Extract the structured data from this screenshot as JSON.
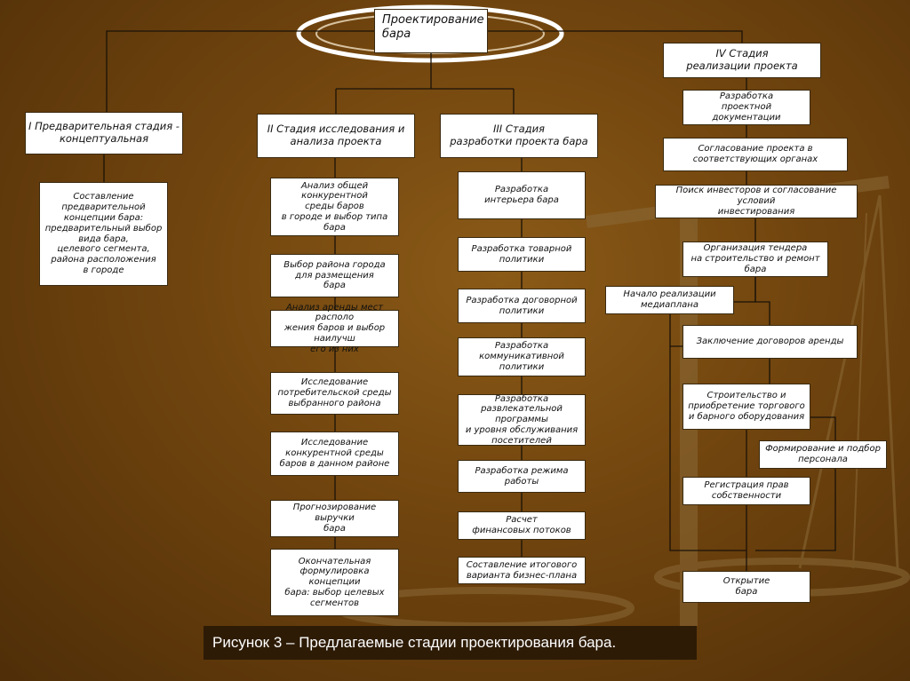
{
  "diagram": {
    "title": "Проектирование\nбара",
    "caption": "Рисунок 3 – Предлагаемые стадии проектирования бара.",
    "colors": {
      "background": "#70440e",
      "box": "#ffffff",
      "line": "#1a1208",
      "caption_bg": "#2d1b06"
    },
    "nodes": [
      {
        "id": "root",
        "text": "Проектирование\nбара",
        "kind": "top"
      },
      {
        "id": "s1",
        "text": "I Предварительная стадия -\nконцептуальная",
        "kind": "stage"
      },
      {
        "id": "s1a",
        "text": "Составление\nпредварительной\nконцепции бара:\nпредварительный выбор\nвида бара,\nцелевого сегмента,\nрайона расположения\nв городе"
      },
      {
        "id": "s2",
        "text": "II Стадия исследования и\nанализа проекта",
        "kind": "stage"
      },
      {
        "id": "s2a",
        "text": "Анализ общей конкурентной\nсреды баров\nв городе и выбор типа\nбара"
      },
      {
        "id": "s2b",
        "text": "Выбор района города\nдля размещения\nбара"
      },
      {
        "id": "s2c",
        "text": "Анализ аренды мест располо\nжения баров и выбор наилучш\nего из них"
      },
      {
        "id": "s2d",
        "text": "Исследование\nпотребительской среды\nвыбранного района"
      },
      {
        "id": "s2e",
        "text": "Исследование\nконкурентной среды\nбаров  в данном районе"
      },
      {
        "id": "s2f",
        "text": "Прогнозирование выручки\nбара"
      },
      {
        "id": "s2g",
        "text": "Окончательная\nформулировка концепции\nбара: выбор целевых\nсегментов"
      },
      {
        "id": "s3",
        "text": "III Стадия\nразработки проекта бара",
        "kind": "stage"
      },
      {
        "id": "s3a",
        "text": "Разработка\nинтерьера бара"
      },
      {
        "id": "s3b",
        "text": "Разработка товарной\nполитики"
      },
      {
        "id": "s3c",
        "text": "Разработка договорной\nполитики"
      },
      {
        "id": "s3d",
        "text": "Разработка коммуникативной\nполитики"
      },
      {
        "id": "s3e",
        "text": "Разработка\nразвлекательной программы\nи уровня обслуживания\nпосетителей"
      },
      {
        "id": "s3f",
        "text": "Разработка режима работы"
      },
      {
        "id": "s3g",
        "text": "Расчет\nфинансовых потоков"
      },
      {
        "id": "s3h",
        "text": "Составление итогового\nварианта бизнес-плана"
      },
      {
        "id": "s4",
        "text": "IV Стадия\nреализации проекта",
        "kind": "stage"
      },
      {
        "id": "s4a",
        "text": "Разработка\nпроектной документации"
      },
      {
        "id": "s4b",
        "text": "Согласование проекта в\nсоответствующих органах"
      },
      {
        "id": "s4c",
        "text": "Поиск инвесторов и согласование условий\nинвестирования"
      },
      {
        "id": "s4d",
        "text": "Организация тендера\nна строительство и ремонт бара"
      },
      {
        "id": "s4e",
        "text": "Начало реализации\nмедиаплана"
      },
      {
        "id": "s4f",
        "text": "Заключение  договоров аренды"
      },
      {
        "id": "s4g",
        "text": "Строительство и\nприобретение торгового\nи барного оборудования"
      },
      {
        "id": "s4h",
        "text": "Формирование и подбор\nперсонала"
      },
      {
        "id": "s4i",
        "text": "Регистрация прав\nсобственности"
      },
      {
        "id": "s4j",
        "text": "Открытие\nбара"
      }
    ]
  }
}
